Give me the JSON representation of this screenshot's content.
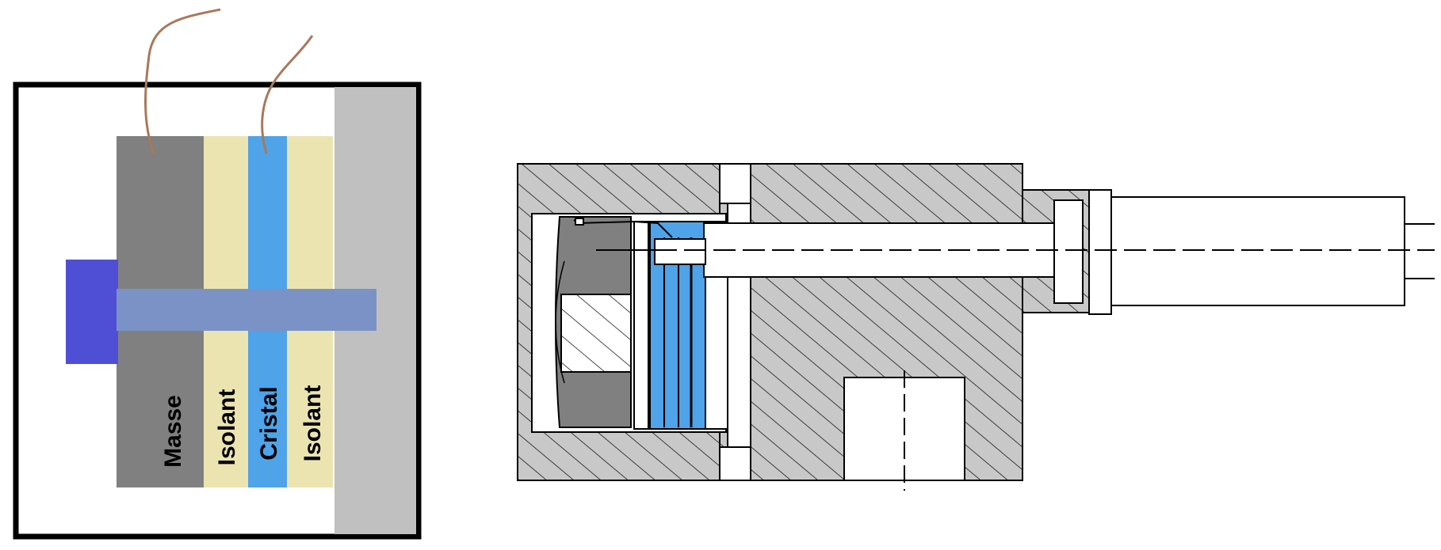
{
  "schematic": {
    "layers": [
      {
        "label": "Masse",
        "color": "#808080"
      },
      {
        "label": "Isolant",
        "color": "#ece4b0"
      },
      {
        "label": "Cristal",
        "color": "#4fa3e8"
      },
      {
        "label": "Isolant",
        "color": "#ece4b0"
      }
    ],
    "colors": {
      "housing_border": "#000000",
      "base_plate": "#c0c0c0",
      "bolt_head": "#4f4fd6",
      "bolt_shaft": "#7b92c6",
      "wire": "#a9795a"
    }
  },
  "section_view": {
    "colors": {
      "hatch_fill": "#c8c8c8",
      "hatch_line": "#000000",
      "crystal": "#4fa3e8",
      "mass": "#808080"
    }
  }
}
